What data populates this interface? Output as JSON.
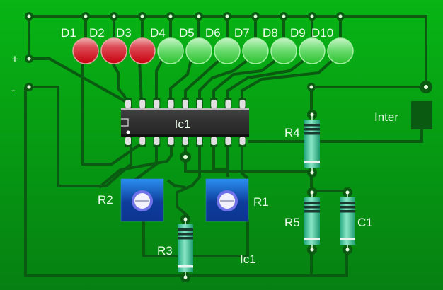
{
  "board": {
    "colors": {
      "board_top": "#07b514",
      "board_bottom": "#068012",
      "trace": "#0b5a12",
      "label": "#eaffea",
      "led_on": "#d0000f",
      "led_off": "#5fd865",
      "trimmer": "#1744a8",
      "resistor_body": "#3ec99c",
      "ic_body": "#2e2e2e",
      "switch": "#0b5a12"
    }
  },
  "power": {
    "plus_label": "+",
    "minus_label": "-"
  },
  "leds": [
    {
      "label": "D1",
      "state": "on"
    },
    {
      "label": "D2",
      "state": "on"
    },
    {
      "label": "D3",
      "state": "on"
    },
    {
      "label": "D4",
      "state": "off"
    },
    {
      "label": "D5",
      "state": "off"
    },
    {
      "label": "D6",
      "state": "off"
    },
    {
      "label": "D7",
      "state": "off"
    },
    {
      "label": "D8",
      "state": "off"
    },
    {
      "label": "D9",
      "state": "off"
    },
    {
      "label": "D10",
      "state": "off"
    }
  ],
  "ic": {
    "label": "Ic1",
    "pins_per_side": 9
  },
  "switch": {
    "label": "Inter"
  },
  "trimmers": [
    {
      "label": "R2",
      "icon": "trimmer-screw-icon"
    },
    {
      "label": "R1",
      "icon": "trimmer-screw-icon"
    }
  ],
  "resistors": [
    {
      "label": "R3"
    },
    {
      "label": "R4"
    },
    {
      "label": "R5"
    }
  ],
  "capacitor": {
    "label": "C1"
  },
  "extra_labels": {
    "ic_ref": "Ic1"
  }
}
